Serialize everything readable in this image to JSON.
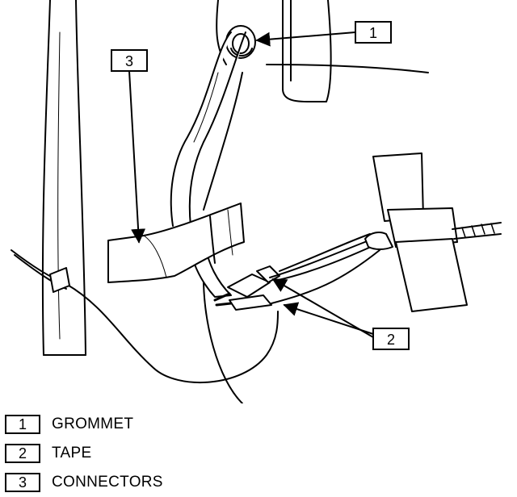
{
  "callouts": [
    {
      "number": "1"
    },
    {
      "number": "2"
    },
    {
      "number": "3"
    }
  ],
  "legend": [
    {
      "number": "1",
      "label": "GROMMET"
    },
    {
      "number": "2",
      "label": "TAPE"
    },
    {
      "number": "3",
      "label": "CONNECTORS"
    }
  ]
}
